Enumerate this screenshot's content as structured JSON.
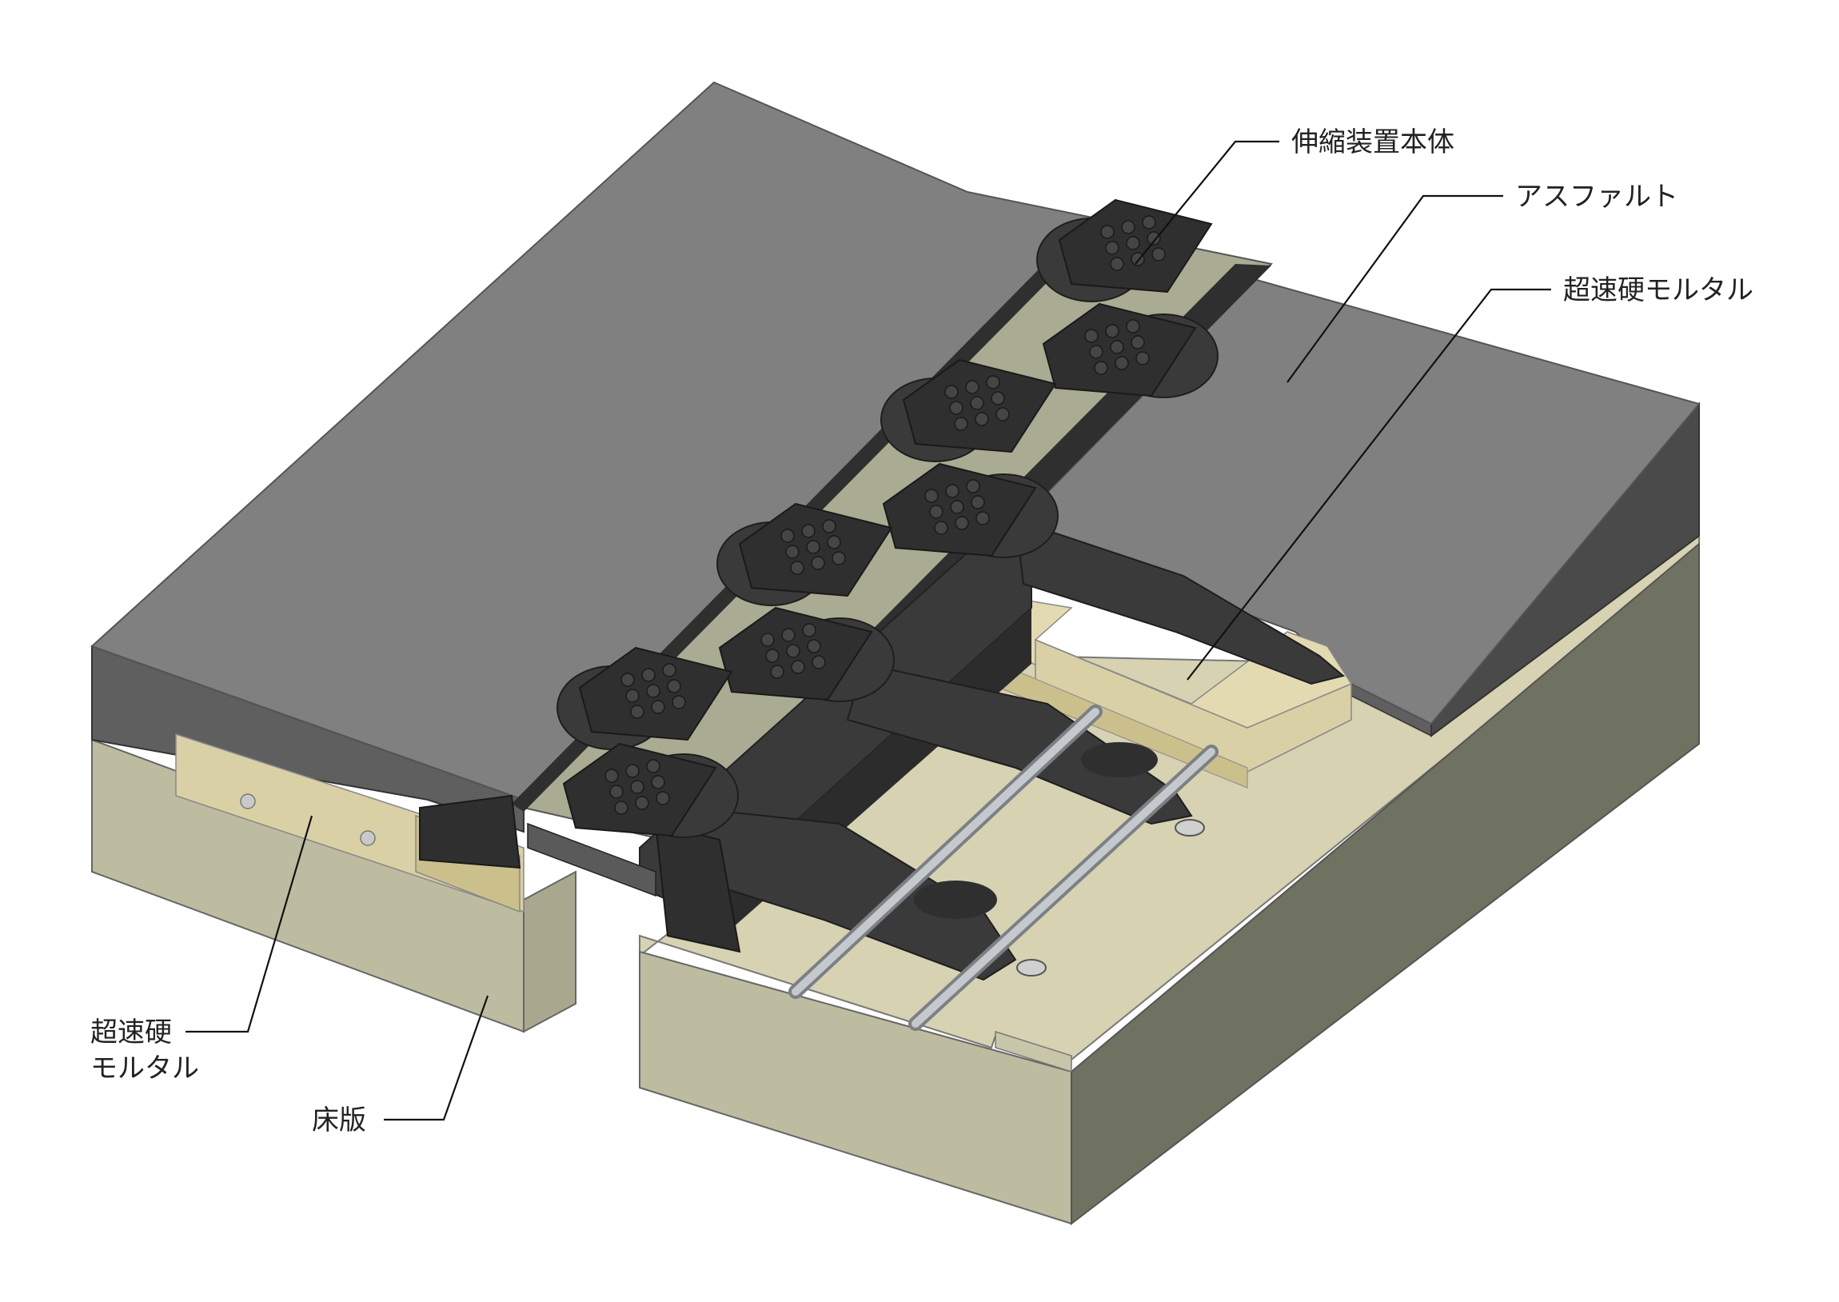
{
  "labels": {
    "expansion_joint_body": "伸縮装置本体",
    "asphalt": "アスファルト",
    "rapid_mortar_right": "超速硬モルタル",
    "rapid_mortar_left_line1": "超速硬",
    "rapid_mortar_left_line2": "モルタル",
    "deck_slab": "床版"
  },
  "colors": {
    "asphalt_top": "#808080",
    "asphalt_side": "#5f5f5f",
    "asphalt_side_dark": "#4a4a4a",
    "slab_top": "#d6d2b2",
    "slab_side": "#bdbca0",
    "slab_dark": "#6f7260",
    "mortar": "#d9d0a6",
    "mortar_side": "#cbbf8c",
    "steel": "#2f2f2f",
    "steel_light": "#474747",
    "sealant": "#a9ab92",
    "rod": "#b8bcc0",
    "leader": "#111111"
  }
}
